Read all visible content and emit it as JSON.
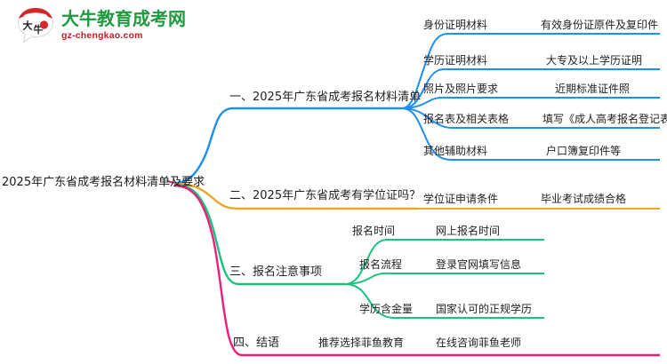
{
  "brand": {
    "logo_icon": "speech-bubble-daniu-logo",
    "name_cn": "大牛教育成考网",
    "name_en": "gz-chengkao.com",
    "mark_text": "大牛",
    "color_green": "#1f9b3f",
    "color_red": "#c81d24"
  },
  "mindmap": {
    "root": {
      "label": "2025年广东省成考报名材料清单及要求"
    },
    "branch_colors": {
      "branch1": "#1f8ff0",
      "branch2": "#eda522",
      "branch3": "#19c37d",
      "branch4": "#ec1e79"
    },
    "branches": [
      {
        "label": "一、2025年广东省成考报名材料清单",
        "color": "#1f8ff0",
        "children": [
          {
            "label": "身份证明材料",
            "detail": "有效身份证原件及复印件"
          },
          {
            "label": "学历证明材料",
            "detail": "大专及以上学历证明"
          },
          {
            "label": "照片及照片要求",
            "detail": "近期标准证件照"
          },
          {
            "label": "报名表及相关表格",
            "detail": "填写《成人高考报名登记表》"
          },
          {
            "label": "其他辅助材料",
            "detail": "户口簿复印件等"
          }
        ]
      },
      {
        "label": "二、2025年广东省成考有学位证吗？",
        "color": "#eda522",
        "children": [
          {
            "label": "学位证申请条件",
            "detail": "毕业考试成绩合格"
          }
        ]
      },
      {
        "label": "三、报名注意事项",
        "color": "#19c37d",
        "children": [
          {
            "label": "报名时间",
            "detail": "网上报名时间"
          },
          {
            "label": "报名流程",
            "detail": "登录官网填写信息"
          },
          {
            "label": "学历含金量",
            "detail": "国家认可的正规学历"
          }
        ]
      },
      {
        "label": "四、结语",
        "color": "#ec1e79",
        "children": [
          {
            "label": "推荐选择菲鱼教育",
            "detail": "在线咨询菲鱼老师"
          }
        ]
      }
    ]
  }
}
